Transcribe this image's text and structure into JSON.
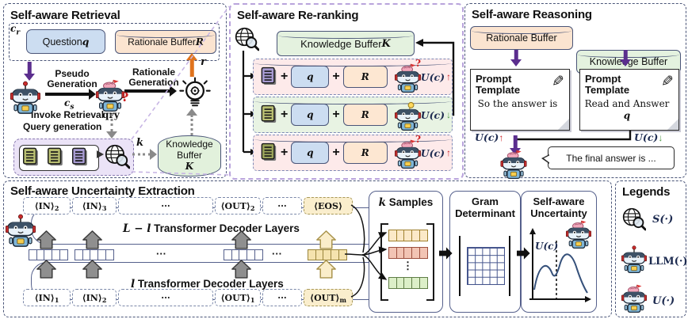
{
  "colors": {
    "accent_purple": "#5b2e8e",
    "accent_orange": "#e0731d",
    "up_red": "#cc2127",
    "down_green": "#4f9a46",
    "callout_lavender": "#c7b5e4",
    "buffer_green": "#e2f1dc",
    "buffer_peach": "#fbe4d0",
    "question_blue": "#ccddf1",
    "retrieval_lavender": "#ebe3f7",
    "row_pink": "#fdeaea",
    "row_green": "#e8f3e3",
    "token_yellow": "#faeecd"
  },
  "retrieval": {
    "title": "Self-aware Retrieval",
    "context_label": {
      "base": "c",
      "sub": "r"
    },
    "question_box": {
      "text": "Question ",
      "math": "q"
    },
    "rationale_buffer": {
      "text": "Rationale Buffer ",
      "math": "R"
    },
    "pseudo_generation": "Pseudo Generation",
    "cs_label": {
      "base": "c",
      "sub": "s"
    },
    "question_mark": "?",
    "rationale_generation": "Rationale Generation",
    "r_label": "r",
    "invoke_retrieval": "Invoke Retrieval",
    "qry_label": "qry",
    "query_generation": "Query generation",
    "k_label": "k",
    "knowledge_buffer": {
      "text": "Knowledge Buffer ",
      "math": "K"
    }
  },
  "reranking": {
    "title": "Self-aware Re-ranking",
    "knowledge_buffer": {
      "text": "Knowledge Buffer ",
      "math": "K"
    },
    "plus": "+",
    "question_mark": "?",
    "rows": [
      {
        "q": "q",
        "r": "R",
        "u": "U(c)",
        "arrow": "↑"
      },
      {
        "q": "q",
        "r": "R",
        "u": "U(c)",
        "arrow": "↓"
      },
      {
        "q": "q",
        "r": "R",
        "u": "U(c)",
        "arrow": "↑"
      }
    ]
  },
  "reasoning": {
    "title": "Self-aware Reasoning",
    "rationale_buffer": "Rationale Buffer",
    "knowledge_buffer": "Knowledge Buffer",
    "templates": [
      {
        "title": "Prompt Template",
        "body": "So the answer is",
        "math": "",
        "u": "U(c)",
        "arrow": "↑"
      },
      {
        "title": "Prompt Template",
        "body": "Read and Answer ",
        "math": "q",
        "u": "U(c)",
        "arrow": "↓"
      }
    ],
    "final_answer": "The final answer is ..."
  },
  "uncertainty": {
    "title": "Self-aware Uncertainty Extraction",
    "top_tokens": [
      {
        "base": "⟨IN⟩",
        "sub": "2"
      },
      {
        "base": "⟨IN⟩",
        "sub": "3"
      },
      {
        "base": "···",
        "sub": ""
      },
      {
        "base": "⟨OUT⟩",
        "sub": "2"
      },
      {
        "base": "···",
        "sub": ""
      },
      {
        "base": "⟨EOS⟩",
        "sub": ""
      }
    ],
    "bottom_tokens": [
      {
        "base": "⟨IN⟩",
        "sub": "1"
      },
      {
        "base": "⟨IN⟩",
        "sub": "2"
      },
      {
        "base": "···",
        "sub": ""
      },
      {
        "base": "⟨OUT⟩",
        "sub": "1"
      },
      {
        "base": "···",
        "sub": ""
      },
      {
        "base": "⟨OUT⟩",
        "sub": "m"
      }
    ],
    "upper_layers": {
      "math": "L − l",
      "text": " Transformer Decoder Layers"
    },
    "lower_layers": {
      "math": "l",
      "text": " Transformer Decoder Layers"
    },
    "dots": "···",
    "vdots": "⋮",
    "k_samples": {
      "math": "k",
      "text": " Samples"
    },
    "gram": {
      "line1": "Gram",
      "line2": "Determinant"
    },
    "self_aware": {
      "line1": "Self-aware",
      "line2": "Uncertainty"
    },
    "u_label": "U(c)"
  },
  "legends": {
    "title": "Legends",
    "items": [
      {
        "label": "S(·)"
      },
      {
        "label": "LLM(·)"
      },
      {
        "label": "U(·)"
      }
    ]
  }
}
